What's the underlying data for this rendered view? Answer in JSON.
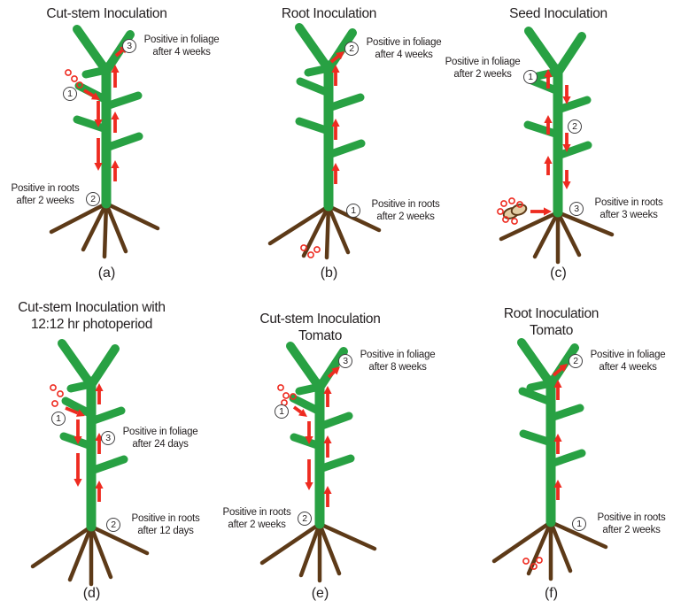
{
  "colors": {
    "plant_green": "#28a143",
    "root_brown": "#5d3a18",
    "arrow_red": "#ee2b20",
    "text_ink": "#231f20",
    "marker_outline": "#414042",
    "seed_fill": "#e3cda4"
  },
  "panels": [
    {
      "caption": "(a)",
      "title_line1": "Cut-stem Inoculation",
      "title_line2": "",
      "steps": {
        "inoculation": "1",
        "foliage": "3",
        "roots": "2"
      },
      "foliage": {
        "line1": "Positive in foliage",
        "line2": "after 4 weeks"
      },
      "roots": {
        "line1": "Positive in roots",
        "line2": "after 2 weeks"
      }
    },
    {
      "caption": "(b)",
      "title_line1": "Root Inoculation",
      "title_line2": "",
      "steps": {
        "foliage": "2",
        "roots": "1"
      },
      "foliage": {
        "line1": "Positive in foliage",
        "line2": "after 4 weeks"
      },
      "roots": {
        "line1": "Positive in roots",
        "line2": "after 2 weeks"
      }
    },
    {
      "caption": "(c)",
      "title_line1": "Seed Inoculation",
      "title_line2": "",
      "steps": {
        "foliage": "1",
        "stem": "2",
        "roots": "3"
      },
      "foliage": {
        "line1": "Positive in foliage",
        "line2": "after 2 weeks"
      },
      "roots": {
        "line1": "Positive in roots",
        "line2": "after 3 weeks"
      }
    },
    {
      "caption": "(d)",
      "title_line1": "Cut-stem Inoculation with",
      "title_line2": "12:12 hr photoperiod",
      "steps": {
        "inoculation": "1",
        "foliage": "3",
        "roots": "2"
      },
      "foliage": {
        "line1": "Positive in foliage",
        "line2": "after 24 days"
      },
      "roots": {
        "line1": "Positive in roots",
        "line2": "after 12 days"
      }
    },
    {
      "caption": "(e)",
      "title_line1": "Cut-stem Inoculation",
      "title_line2": "Tomato",
      "steps": {
        "inoculation": "1",
        "foliage": "3",
        "roots": "2"
      },
      "foliage": {
        "line1": "Positive in foliage",
        "line2": "after 8 weeks"
      },
      "roots": {
        "line1": "Positive in roots",
        "line2": "after 2 weeks"
      }
    },
    {
      "caption": "(f)",
      "title_line1": "Root Inoculation",
      "title_line2": "Tomato",
      "steps": {
        "foliage": "2",
        "roots": "1"
      },
      "foliage": {
        "line1": "Positive in foliage",
        "line2": "after 4 weeks"
      },
      "roots": {
        "line1": "Positive in roots",
        "line2": "after 2 weeks"
      }
    }
  ]
}
